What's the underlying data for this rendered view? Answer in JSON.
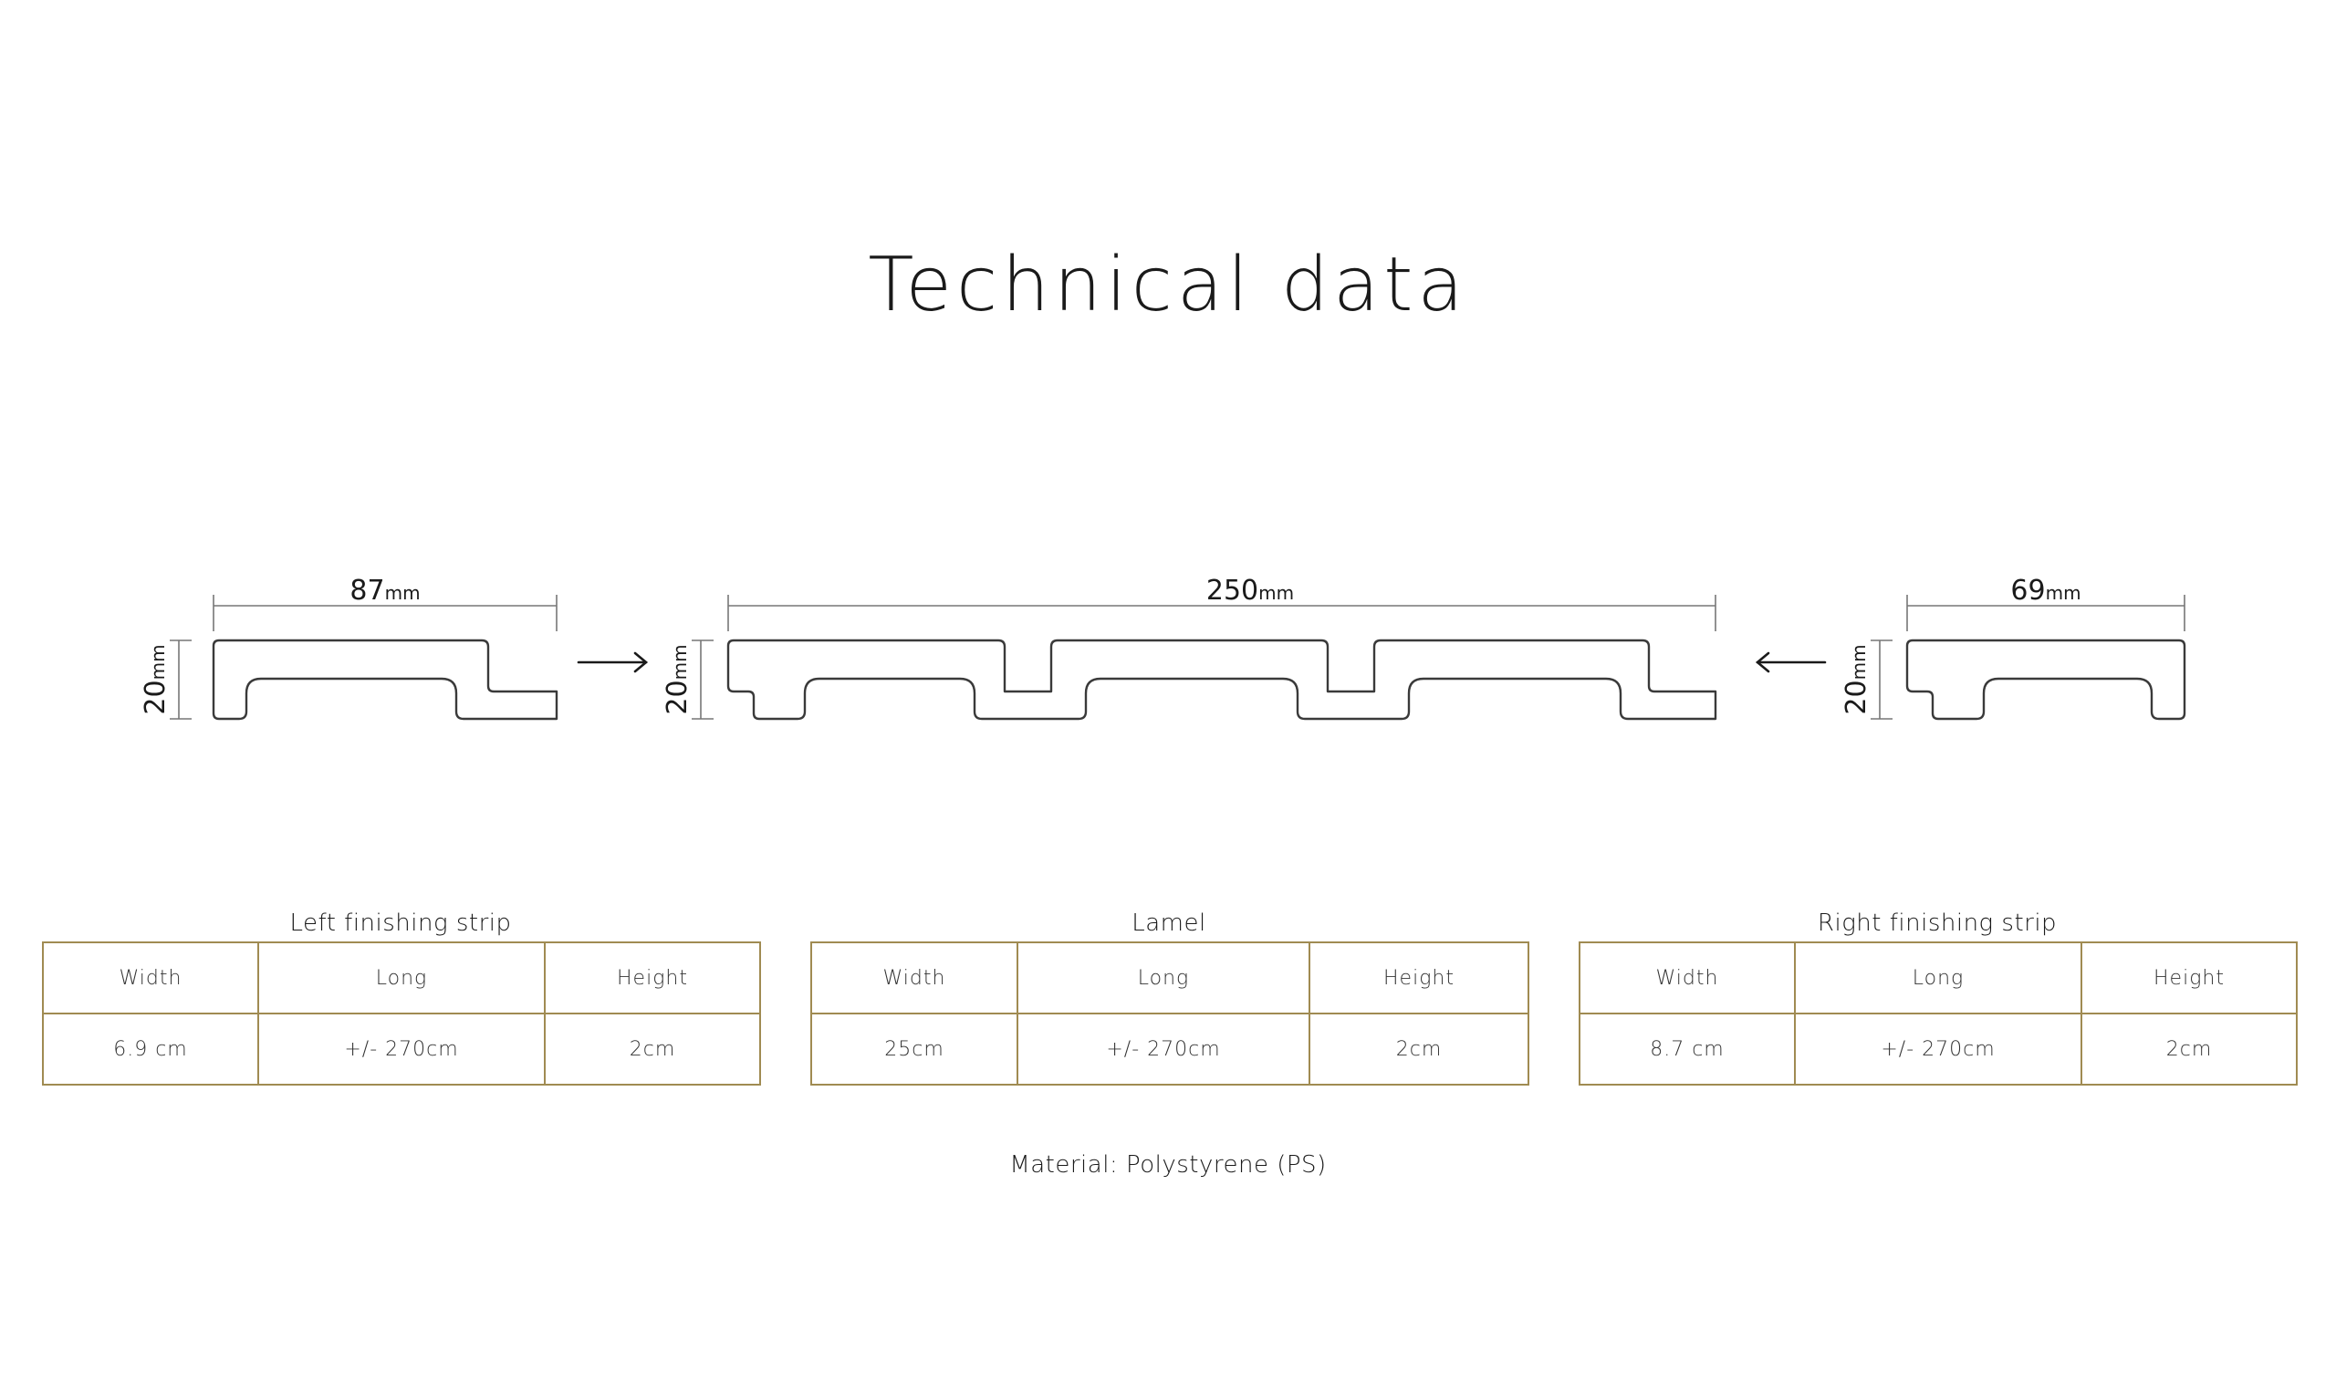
{
  "title": "Technical data",
  "diagram": {
    "left_strip": {
      "width_value": "87",
      "height_value": "20",
      "unit": "mm"
    },
    "lamel": {
      "width_value": "250",
      "height_value": "20",
      "unit": "mm"
    },
    "right_strip": {
      "width_value": "69",
      "height_value": "20",
      "unit": "mm"
    },
    "colors": {
      "stroke": "#3a3a3a",
      "dim_line": "#777777"
    },
    "icons": [
      "arrow-right-icon",
      "arrow-left-icon"
    ]
  },
  "tables": {
    "left": {
      "title": "Left finishing strip",
      "headers": [
        "Width",
        "Long",
        "Height"
      ],
      "values": [
        "6.9 cm",
        "+/- 270cm",
        "2cm"
      ]
    },
    "lamel": {
      "title": "Lamel",
      "headers": [
        "Width",
        "Long",
        "Height"
      ],
      "values": [
        "25cm",
        "+/- 270cm",
        "2cm"
      ]
    },
    "right": {
      "title": "Right finishing strip",
      "headers": [
        "Width",
        "Long",
        "Height"
      ],
      "values": [
        "8.7 cm",
        "+/- 270cm",
        "2cm"
      ]
    },
    "border_color": "#a08b52"
  },
  "material": "Material: Polystyrene (PS)"
}
